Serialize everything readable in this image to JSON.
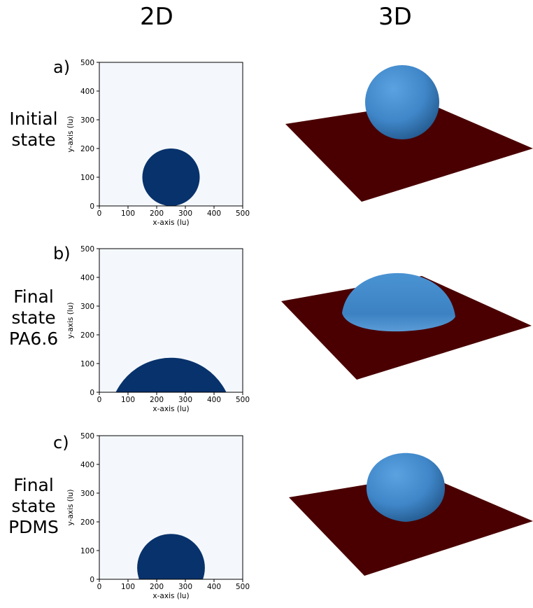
{
  "columns": {
    "left": "2D",
    "right": "3D"
  },
  "rows": [
    {
      "letter": "a)",
      "line1": "Initial",
      "line2": "state",
      "line3": ""
    },
    {
      "letter": "b)",
      "line1": "Final",
      "line2": "state",
      "line3": "PA6.6"
    },
    {
      "letter": "c)",
      "line1": "Final",
      "line2": "state",
      "line3": "PDMS"
    }
  ],
  "colors": {
    "background": "#f4f8fd",
    "droplet_2d": "#08326b",
    "droplet_3d": "#3f86c8",
    "substrate_3d": "#4a0000"
  },
  "chart_data": [
    {
      "type": "heatmap",
      "xlabel": "x-axis (lu)",
      "ylabel": "y-axis (lu)",
      "xlim": [
        0,
        500
      ],
      "ylim": [
        0,
        500
      ],
      "xticks": [
        0,
        100,
        200,
        300,
        400,
        500
      ],
      "yticks": [
        0,
        100,
        200,
        300,
        400,
        500
      ],
      "droplet": {
        "center_x": 250,
        "center_y": 100,
        "radius": 100
      }
    },
    {
      "type": "heatmap",
      "xlabel": "x-axis (lu)",
      "ylabel": "y-axis (lu)",
      "xlim": [
        0,
        500
      ],
      "ylim": [
        0,
        500
      ],
      "xticks": [
        0,
        100,
        200,
        300,
        400,
        500
      ],
      "yticks": [
        0,
        100,
        200,
        300,
        400,
        500
      ],
      "droplet": {
        "center_x": 250,
        "center_y": -95,
        "radius": 215
      }
    },
    {
      "type": "heatmap",
      "xlabel": "x-axis (lu)",
      "ylabel": "y-axis (lu)",
      "xlim": [
        0,
        500
      ],
      "ylim": [
        0,
        500
      ],
      "xticks": [
        0,
        100,
        200,
        300,
        400,
        500
      ],
      "yticks": [
        0,
        100,
        200,
        300,
        400,
        500
      ],
      "droplet": {
        "center_x": 250,
        "center_y": 40,
        "radius": 118
      }
    }
  ]
}
